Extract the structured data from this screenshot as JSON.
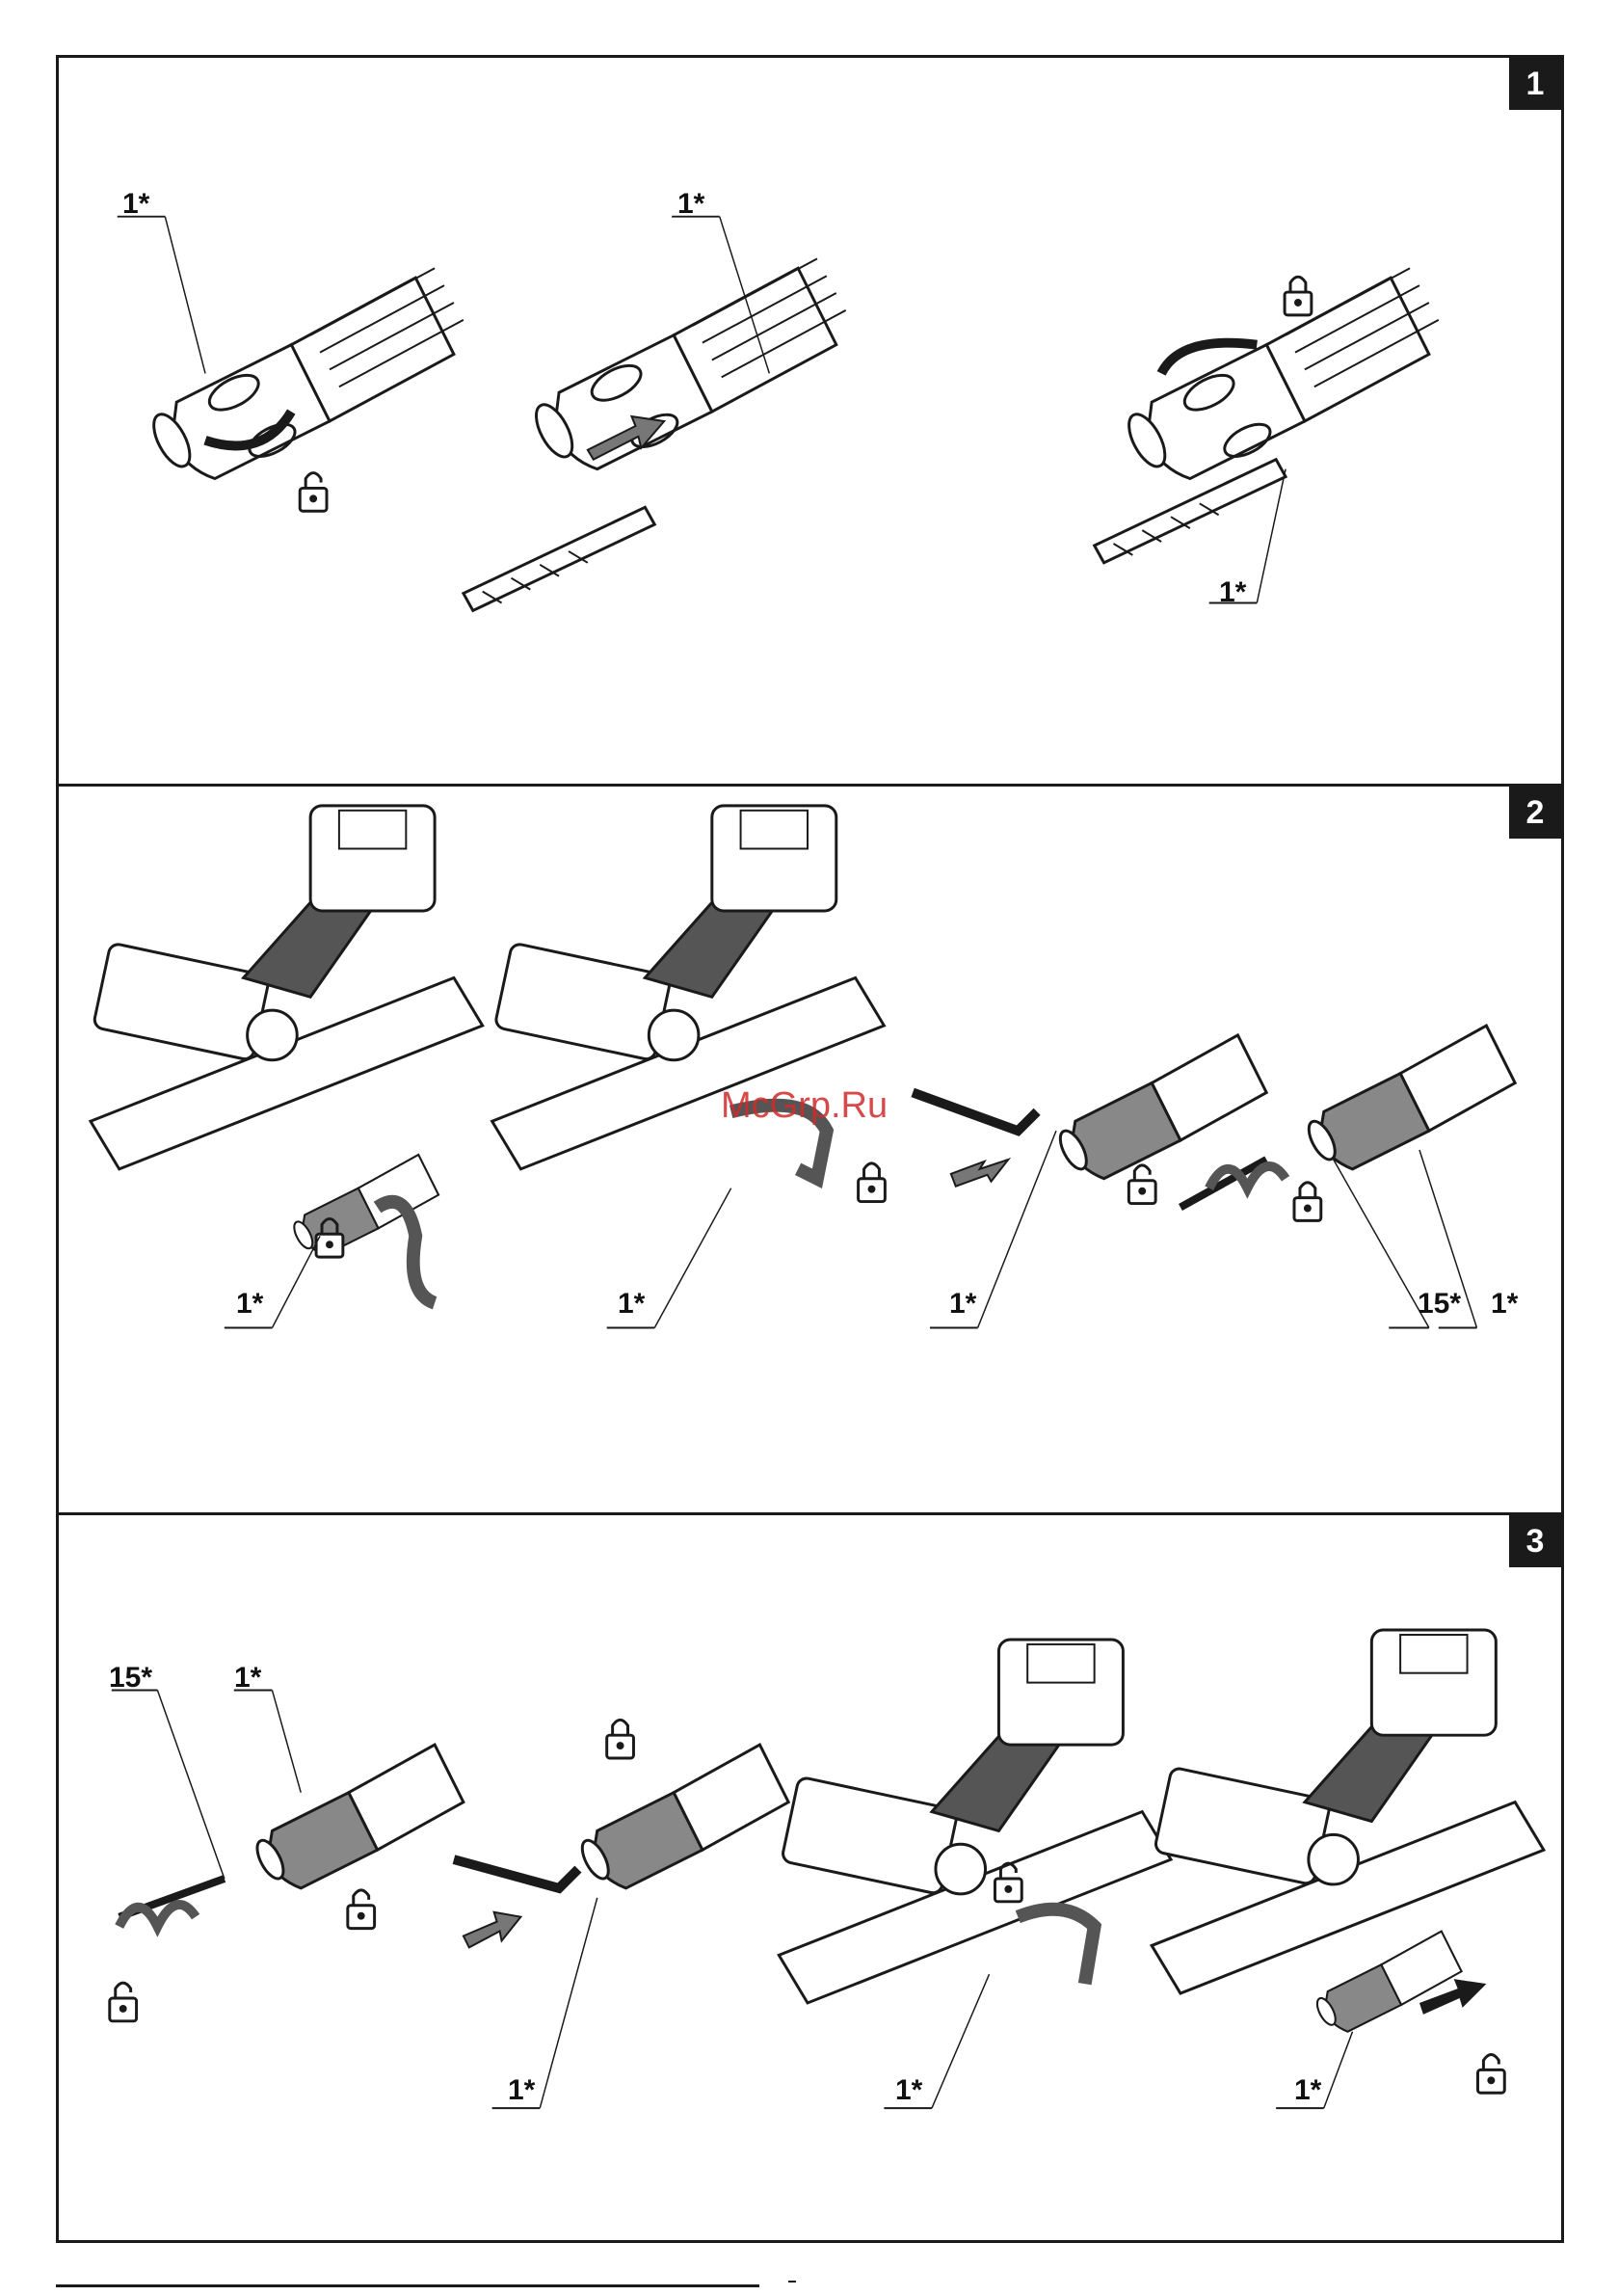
{
  "panels": [
    {
      "number": "1",
      "labels": [
        "1*",
        "1*",
        "1*"
      ]
    },
    {
      "number": "2",
      "labels": [
        "1*",
        "1*",
        "1*",
        "15*",
        "1*"
      ]
    },
    {
      "number": "3",
      "labels": [
        "15*",
        "1*",
        "1*",
        "1*",
        "1*"
      ]
    }
  ],
  "watermark": "McGrp.Ru",
  "icons": [
    "drill-chuck-icon",
    "drill-bit-icon",
    "lock-icon",
    "unlock-icon",
    "rotate-arrow-icon",
    "push-arrow-icon",
    "hex-key-icon",
    "cordless-drill-icon"
  ],
  "colors": {
    "line": "#1a1a1a",
    "shade": "#808080",
    "watermark": "#d12b2b"
  }
}
